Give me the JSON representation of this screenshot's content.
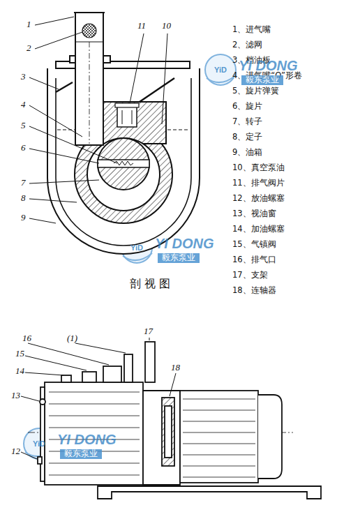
{
  "diagram": {
    "labels": [
      "1",
      "2",
      "11",
      "10",
      "3",
      "4",
      "5",
      "6",
      "7",
      "8",
      "9",
      "1、进气嘴",
      "2、滤网",
      "3、档油板",
      "4、进气嘴“O”形卷",
      "5、旋片弹簧",
      "6、旋片",
      "7、转子",
      "8、定子",
      "9、油箱",
      "10、真空泵油",
      "11、排气阀片",
      "12、放油螺塞",
      "13、视油窗",
      "14、加油螺塞",
      "15、气镇阀",
      "16、排气口",
      "17、支架",
      "18、连轴器",
      "剖视图",
      "16",
      "(1)",
      "17",
      "18",
      "15",
      "14",
      "13",
      "12",
      "YiD",
      "YI DONG",
      "毅东泵业",
      "YiD",
      "YI DONG",
      "毅东泵业",
      "YiD",
      "YI DONG",
      "毅东泵业"
    ]
  }
}
